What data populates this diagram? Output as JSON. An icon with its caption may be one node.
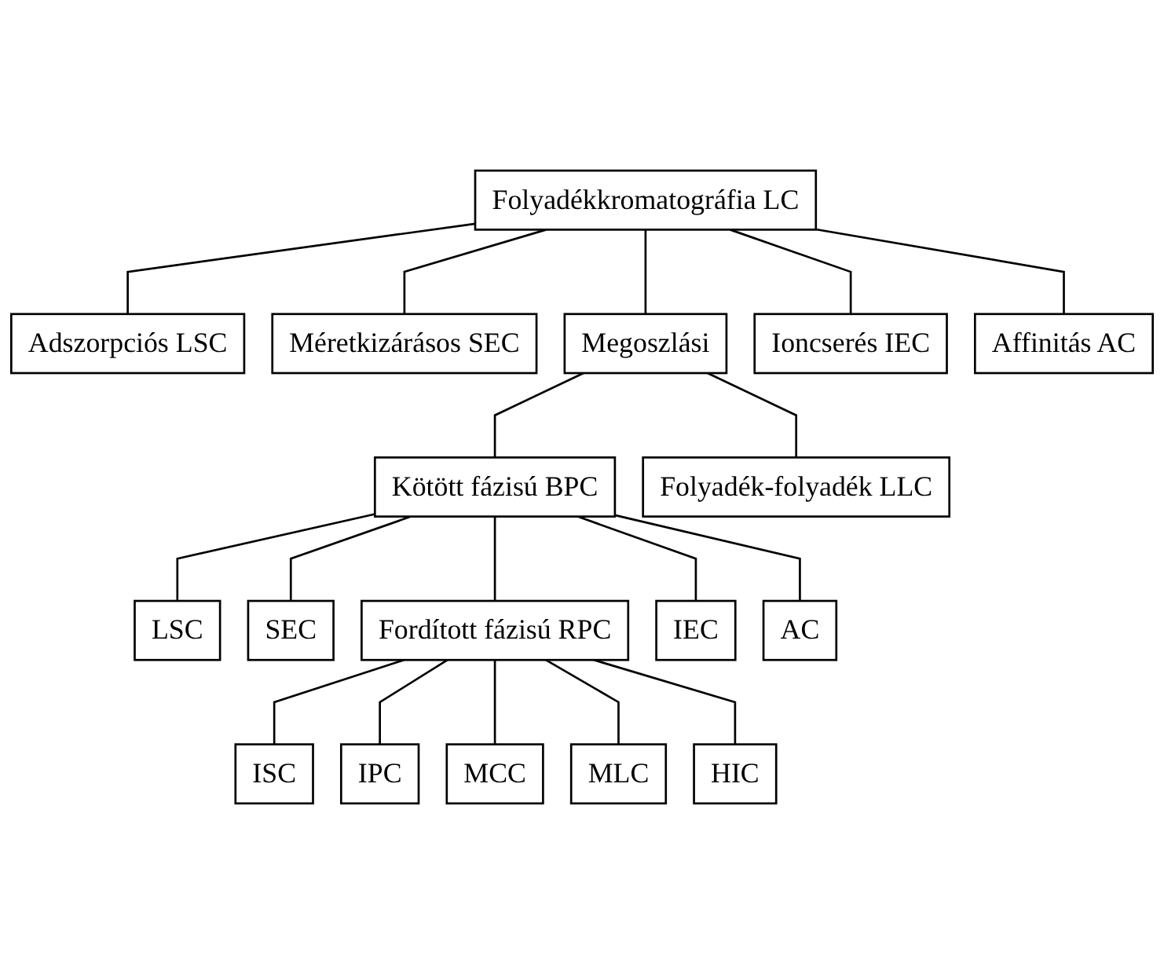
{
  "diagram": {
    "nodes": [
      {
        "text": [
          "Folyadékkromatográfia LC"
        ]
      },
      {
        "text": [
          "Adszorpciós LSC"
        ]
      },
      {
        "text": [
          "Méretkizárásos SEC"
        ]
      },
      {
        "text": [
          "Megoszlási"
        ]
      },
      {
        "text": [
          "Ioncserés IEC"
        ]
      },
      {
        "text": [
          "Affinitás AC"
        ]
      },
      {
        "text": [
          "Kötött fázisú BPC"
        ]
      },
      {
        "text": [
          "Folyadék-folyadék LLC"
        ]
      },
      {
        "text": [
          "LSC"
        ]
      },
      {
        "text": [
          "SEC"
        ]
      },
      {
        "text": [
          "Fordított fázisú RPC"
        ]
      },
      {
        "text": [
          "IEC"
        ]
      },
      {
        "text": [
          "AC"
        ]
      },
      {
        "text": [
          "ISC"
        ]
      },
      {
        "text": [
          "IPC"
        ]
      },
      {
        "text": [
          "MCC"
        ]
      },
      {
        "text": [
          "MLC"
        ]
      },
      {
        "text": [
          "HIC"
        ]
      }
    ],
    "edges": [
      {
        "from": 0,
        "to": 1,
        "arrow": "none"
      },
      {
        "from": 0,
        "to": 2,
        "arrow": "none"
      },
      {
        "from": 0,
        "to": 3,
        "arrow": "none"
      },
      {
        "from": 0,
        "to": 4,
        "arrow": "none"
      },
      {
        "from": 0,
        "to": 5,
        "arrow": "none"
      },
      {
        "from": 3,
        "to": 6,
        "arrow": "none"
      },
      {
        "from": 3,
        "to": 7,
        "arrow": "none"
      },
      {
        "from": 6,
        "to": 8,
        "arrow": "none"
      },
      {
        "from": 6,
        "to": 9,
        "arrow": "none"
      },
      {
        "from": 6,
        "to": 10,
        "arrow": "none"
      },
      {
        "from": 6,
        "to": 11,
        "arrow": "none"
      },
      {
        "from": 6,
        "to": 12,
        "arrow": "none"
      },
      {
        "from": 10,
        "to": 13,
        "arrow": "none"
      },
      {
        "from": 10,
        "to": 14,
        "arrow": "none"
      },
      {
        "from": 10,
        "to": 15,
        "arrow": "none"
      },
      {
        "from": 10,
        "to": 16,
        "arrow": "none"
      },
      {
        "from": 10,
        "to": 17,
        "arrow": "none"
      }
    ]
  }
}
